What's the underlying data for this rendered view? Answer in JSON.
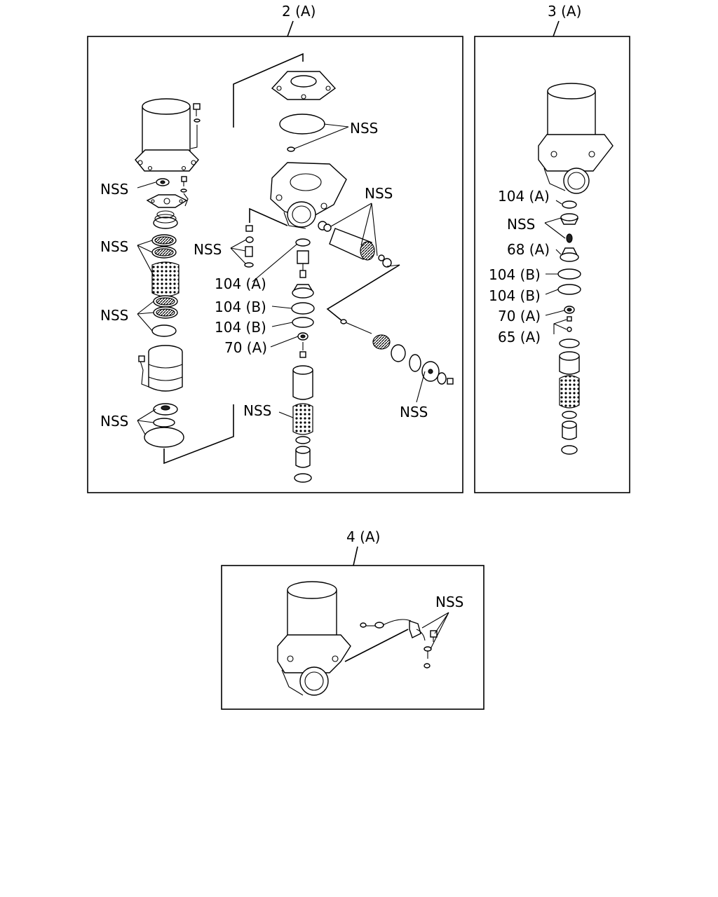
{
  "panels": {
    "panel_2": {
      "title": "2 (A)"
    },
    "panel_3": {
      "title": "3 (A)"
    },
    "panel_4": {
      "title": "4 (A)"
    }
  },
  "labels": {
    "nss": "NSS",
    "l104a": "104 (A)",
    "l104b": "104 (B)",
    "l70a": "70 (A)",
    "l68a": "68 (A)",
    "l65a": "65 (A)"
  }
}
